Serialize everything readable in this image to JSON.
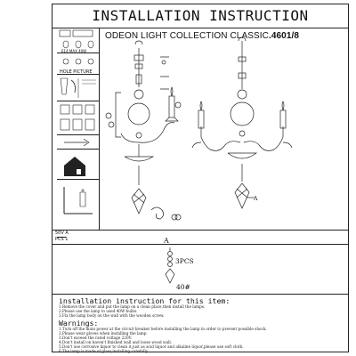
{
  "header": {
    "title": "INSTALLATION INSTRUCTION",
    "subtitle_brand": "ODEON LIGHT COLLECTION CLASSIC",
    "subtitle_model": ".4601/8"
  },
  "sidebar": {
    "bulb_caption": "E14  MAX  40W",
    "hole_picture": "HOLE PICTURE"
  },
  "spec": {
    "vol": "50V A",
    "pcs": "PCS 1"
  },
  "parts": {
    "pendant_label": "A",
    "crystal_qty": "3PCS",
    "crystal_num": "40#",
    "main_label_A": "A"
  },
  "instructions": {
    "heading": "installation instruction for this item:",
    "steps": [
      "1.Remove the cover and put the lamp on a clean place,then install the lamps.",
      "2.Please use the lamp to used 40W bulbs.",
      "3.Fix the lamp body on the wall with the wooden screw."
    ]
  },
  "warnings": {
    "heading": "Warnings:",
    "items": [
      "1.Turn off the main power at the circuit breaker before installing the lamp in order to prevent possible shock.",
      "2.Please wear gloves when installing the lamp.",
      "3.Don't exceed the rated voltage 220V.",
      "4.Don't install on haven't finished wall and loose wood wall.",
      "5.Don't use corrosive liquor to clean it,just as acid liquor and alkaline liquor,please use soft cloth.",
      "6.The lamp is made of glass,installing carefully."
    ]
  }
}
